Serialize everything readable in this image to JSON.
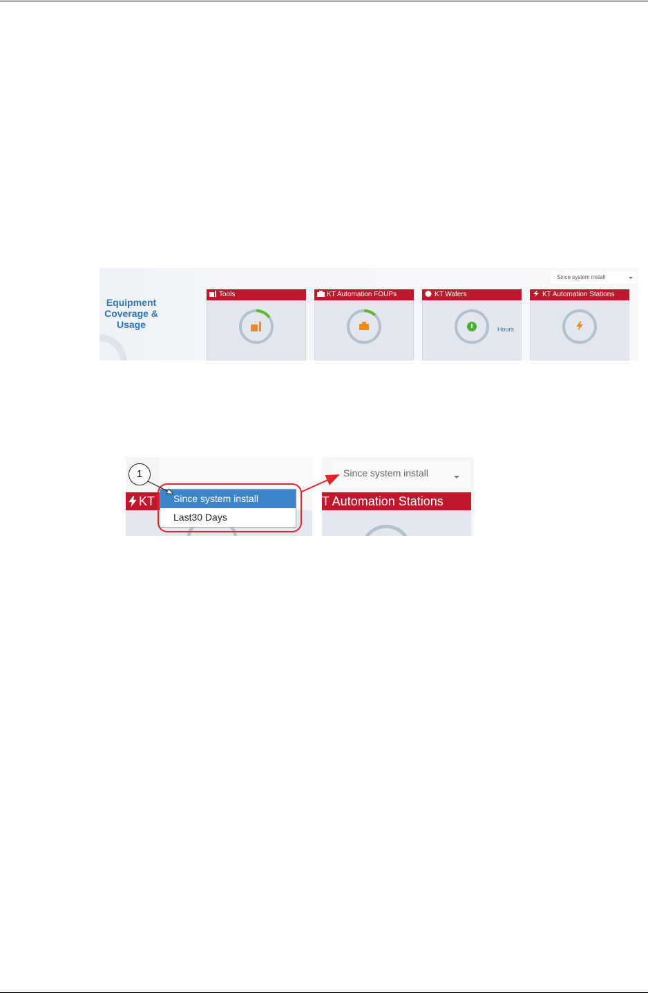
{
  "dashboard": {
    "title_lines": [
      "Equipment",
      "Coverage &",
      "Usage"
    ],
    "range_select": {
      "value": "Since system install"
    },
    "cards": [
      {
        "label": "Tools",
        "icon": "tools-icon",
        "center_icon": "tools-icon",
        "center_color": "#ee8a1e",
        "progress": 0.15,
        "sub": ""
      },
      {
        "label": "KT Automation FOUPs",
        "icon": "foup-icon",
        "center_icon": "foup-icon",
        "center_color": "#ee8a1e",
        "progress": 0.12,
        "sub": ""
      },
      {
        "label": "KT Wafers",
        "icon": "wafer-icon",
        "center_icon": "wafer-icon",
        "center_color": "#4caf2f",
        "progress": 0.0,
        "sub": "Hours"
      },
      {
        "label": "KT Automation Stations",
        "icon": "bolt-icon",
        "center_icon": "bolt-icon",
        "center_color": "#ee8a1e",
        "progress": 0.0,
        "sub": ""
      }
    ],
    "colors": {
      "header_red": "#c0172c",
      "progress_green": "#5cb82e",
      "title_blue": "#2f74b5"
    }
  },
  "callout": {
    "number": "1",
    "left_header_text": "KT",
    "right_header_text": "T Automation Stations",
    "select_value": "Since system install",
    "dropdown_options": [
      {
        "label": "Since system install",
        "selected": true
      },
      {
        "label": "Last30 Days",
        "selected": false
      }
    ],
    "colors": {
      "highlight": "#e2232a",
      "selected_bg": "#3b84c8"
    }
  }
}
